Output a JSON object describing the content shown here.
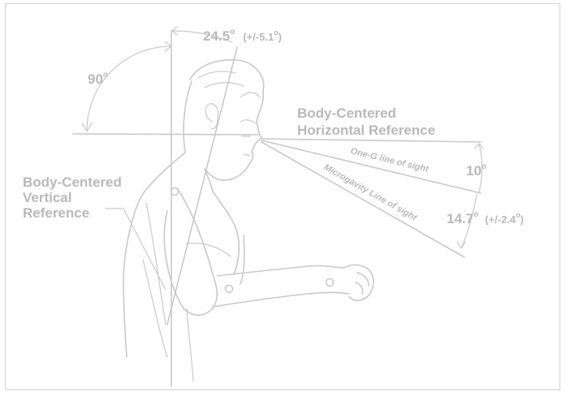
{
  "angles": {
    "vertical_offset": "24.5",
    "vertical_offset_tolerance": "(+/-5.1",
    "right_angle": "90",
    "one_g_angle": "10",
    "microgravity_angle": "14.7",
    "microgravity_tolerance": "(+/-2.4",
    "degree_symbol": "o",
    "close_paren": ")"
  },
  "labels": {
    "horizontal_ref_line1": "Body-Centered",
    "horizontal_ref_line2": "Horizontal Reference",
    "vertical_ref_line1": "Body-Centered",
    "vertical_ref_line2": "Vertical",
    "vertical_ref_line3": "Reference",
    "one_g_line": "One-G line of sight",
    "microgravity_line": "Microgavity Line of sight"
  },
  "colors": {
    "line": "#c9c9c9",
    "text": "#b9b9b9",
    "border": "#d2d2d2"
  }
}
